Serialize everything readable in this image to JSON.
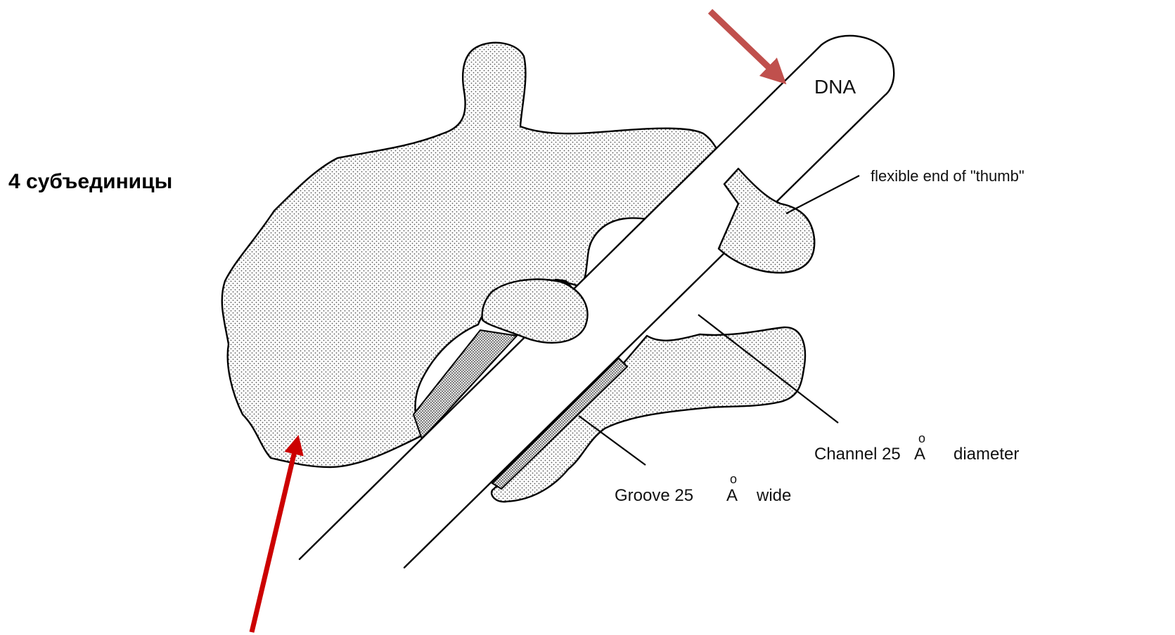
{
  "labels": {
    "subunits": "4 субъединицы",
    "dna": "DNA",
    "thumb": "flexible end of \"thumb\"",
    "channel_prefix": "Channel 25",
    "channel_unit": "A",
    "channel_suffix": "diameter",
    "groove_prefix": "Groove 25",
    "groove_unit": "A",
    "groove_suffix": "wide",
    "angstrom_ring": "o"
  },
  "colors": {
    "arrow_top": "#c0504d",
    "arrow_bottom": "#cc0000",
    "protein_fill_dots": "#555555",
    "outline": "#000000"
  },
  "icons": {
    "top_arrow": "arrow-down-left",
    "bottom_arrow": "arrow-up"
  }
}
